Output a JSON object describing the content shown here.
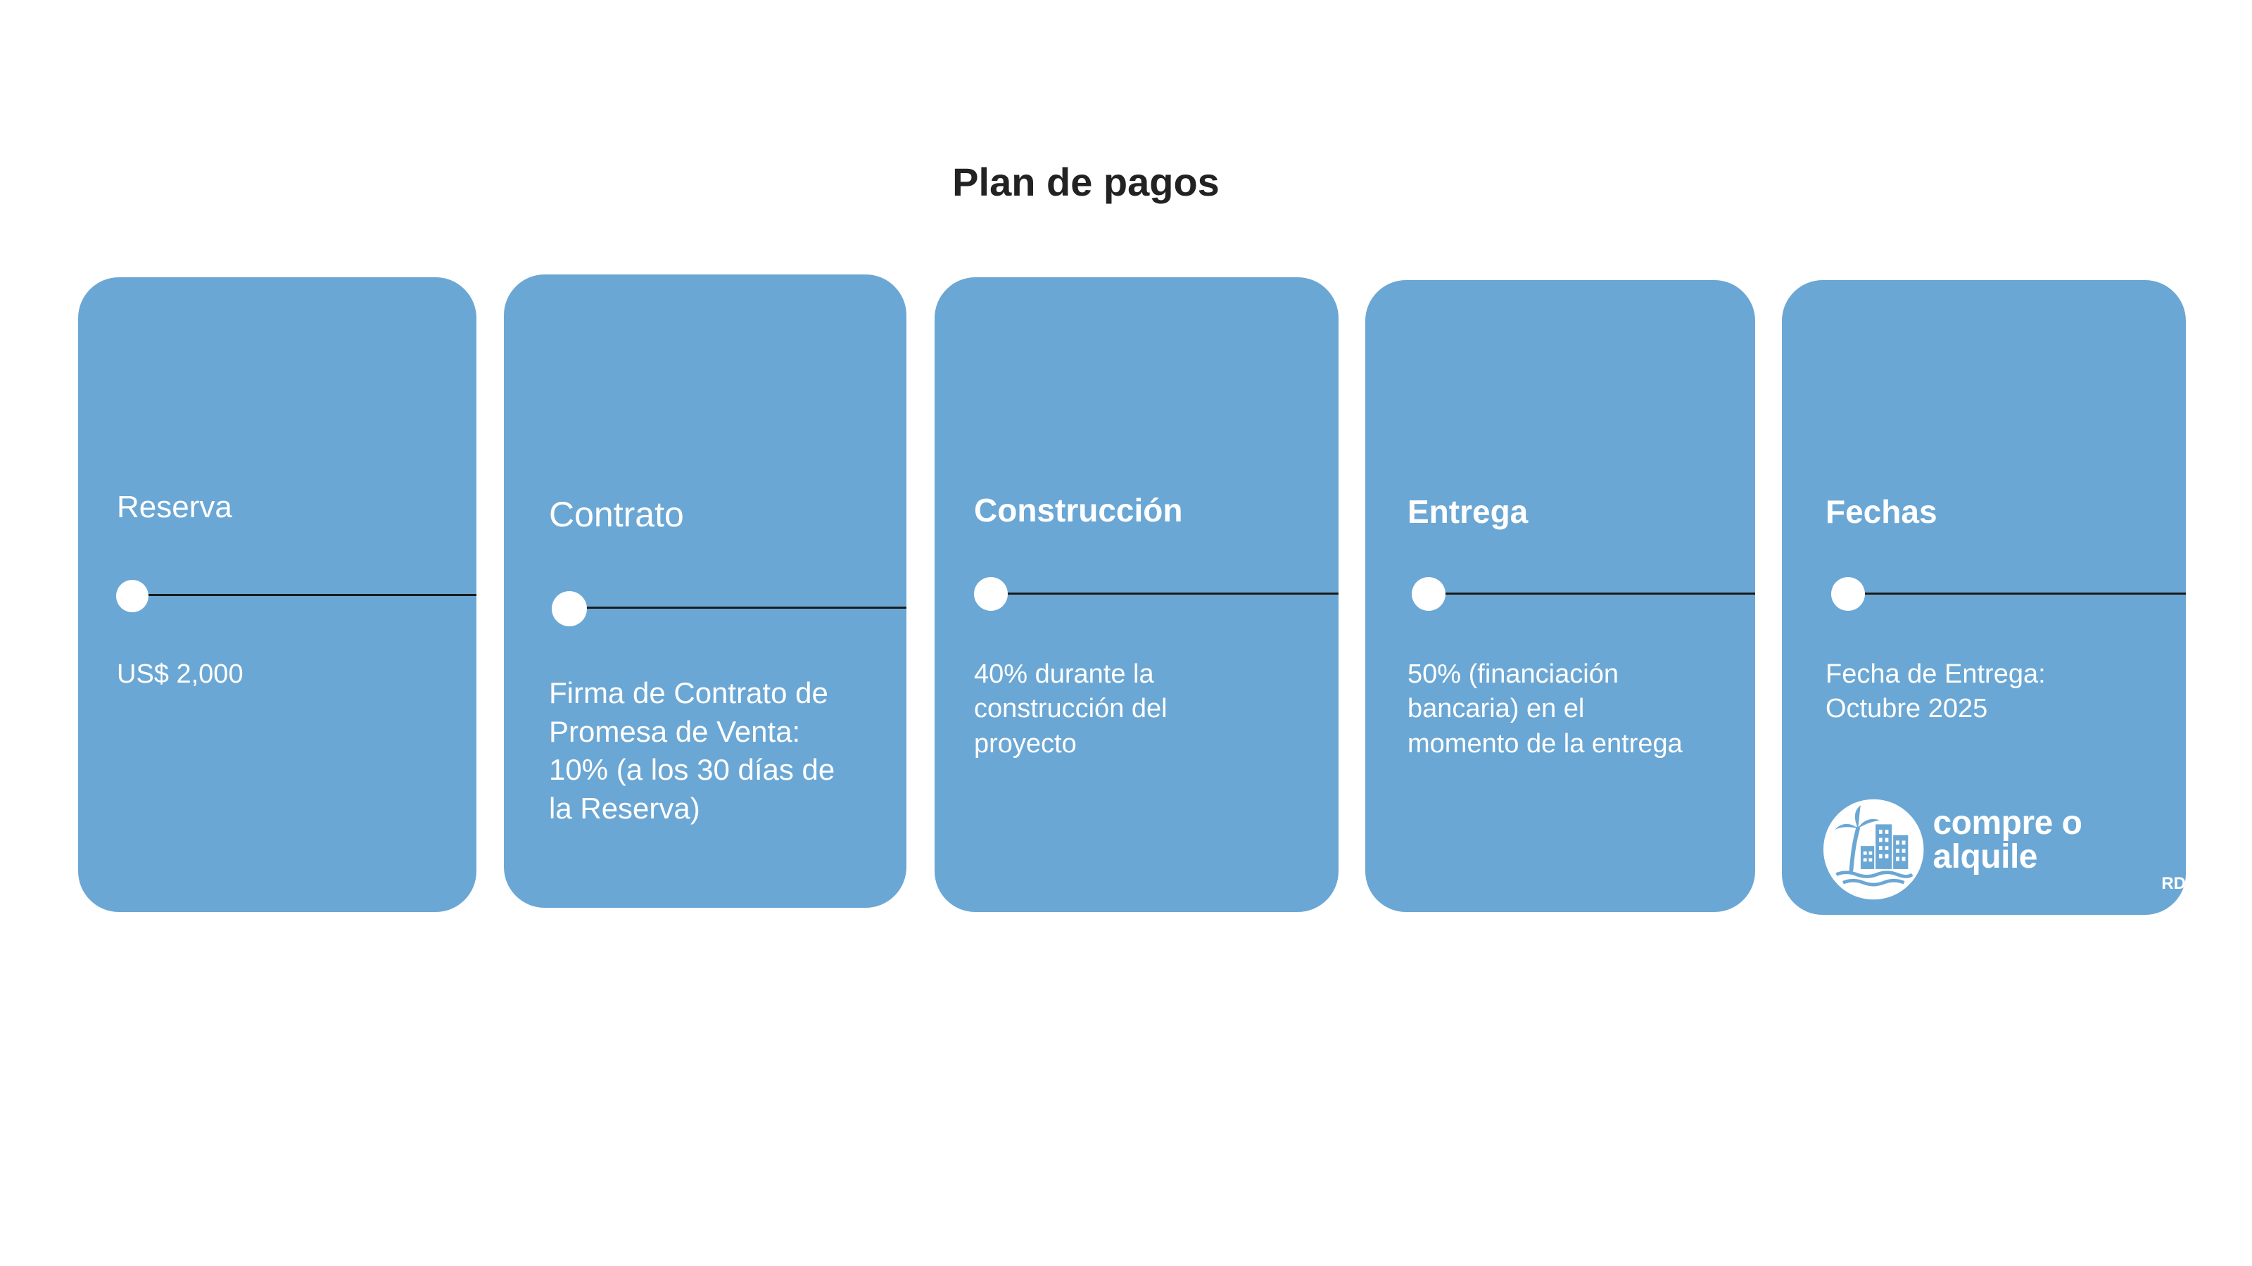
{
  "title": "Plan de pagos",
  "colors": {
    "card": "#6ba7d4",
    "text": "#ffffff",
    "line": "#1b1b1b",
    "title": "#222222"
  },
  "cards": [
    {
      "title": "Reserva",
      "text": "US$ 2,000"
    },
    {
      "title": "Contrato",
      "text": "Firma de Contrato de Promesa de Venta: 10% (a los 30 días de la Reserva)"
    },
    {
      "title": "Construcción",
      "text": "40% durante la construcción del proyecto"
    },
    {
      "title": "Entrega",
      "text": "50% (financiación bancaria) en el momento de la entrega"
    },
    {
      "title": "Fechas",
      "text": "Fecha de Entrega: Octubre 2025"
    }
  ],
  "logo": {
    "name": "compre o alquile",
    "sub": "RD",
    "icon": "city-palm-logo-icon"
  }
}
